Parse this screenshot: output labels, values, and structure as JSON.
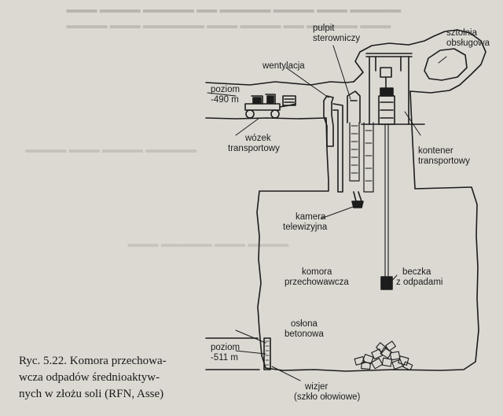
{
  "labels": {
    "pulpit_line1": "pulpit",
    "pulpit_line2": "sterowniczy",
    "sztolnia_line1": "sztolnia",
    "sztolnia_line2": "obsługowa",
    "wentylacja": "wentylacja",
    "poziom_top_line1": "poziom",
    "poziom_top_line2": "-490 m",
    "wozek_line1": "wózek",
    "wozek_line2": "transportowy",
    "kontener_line1": "kontener",
    "kontener_line2": "transportowy",
    "kamera_line1": "kamera",
    "kamera_line2": "telewizyjna",
    "komora_line1": "komora",
    "komora_line2": "przechowawcza",
    "beczka_line1": "beczka",
    "beczka_line2": "z odpadami",
    "oslona_line1": "osłona",
    "oslona_line2": "betonowa",
    "poziom_bottom_line1": "poziom",
    "poziom_bottom_line2": "-511 m",
    "wizjer_line1": "wizjer",
    "wizjer_line2": "(szkło ołowiowe)"
  },
  "caption": {
    "line1": "Ryc. 5.22. Komora przechowa-",
    "line2": "wcza odpadów średnioaktyw-",
    "line3": "nych w złożu soli (RFN, Asse)"
  },
  "colors": {
    "ink": "#1c1c1c",
    "paper": "#dcd9d3",
    "bleed": "#9c9891"
  }
}
